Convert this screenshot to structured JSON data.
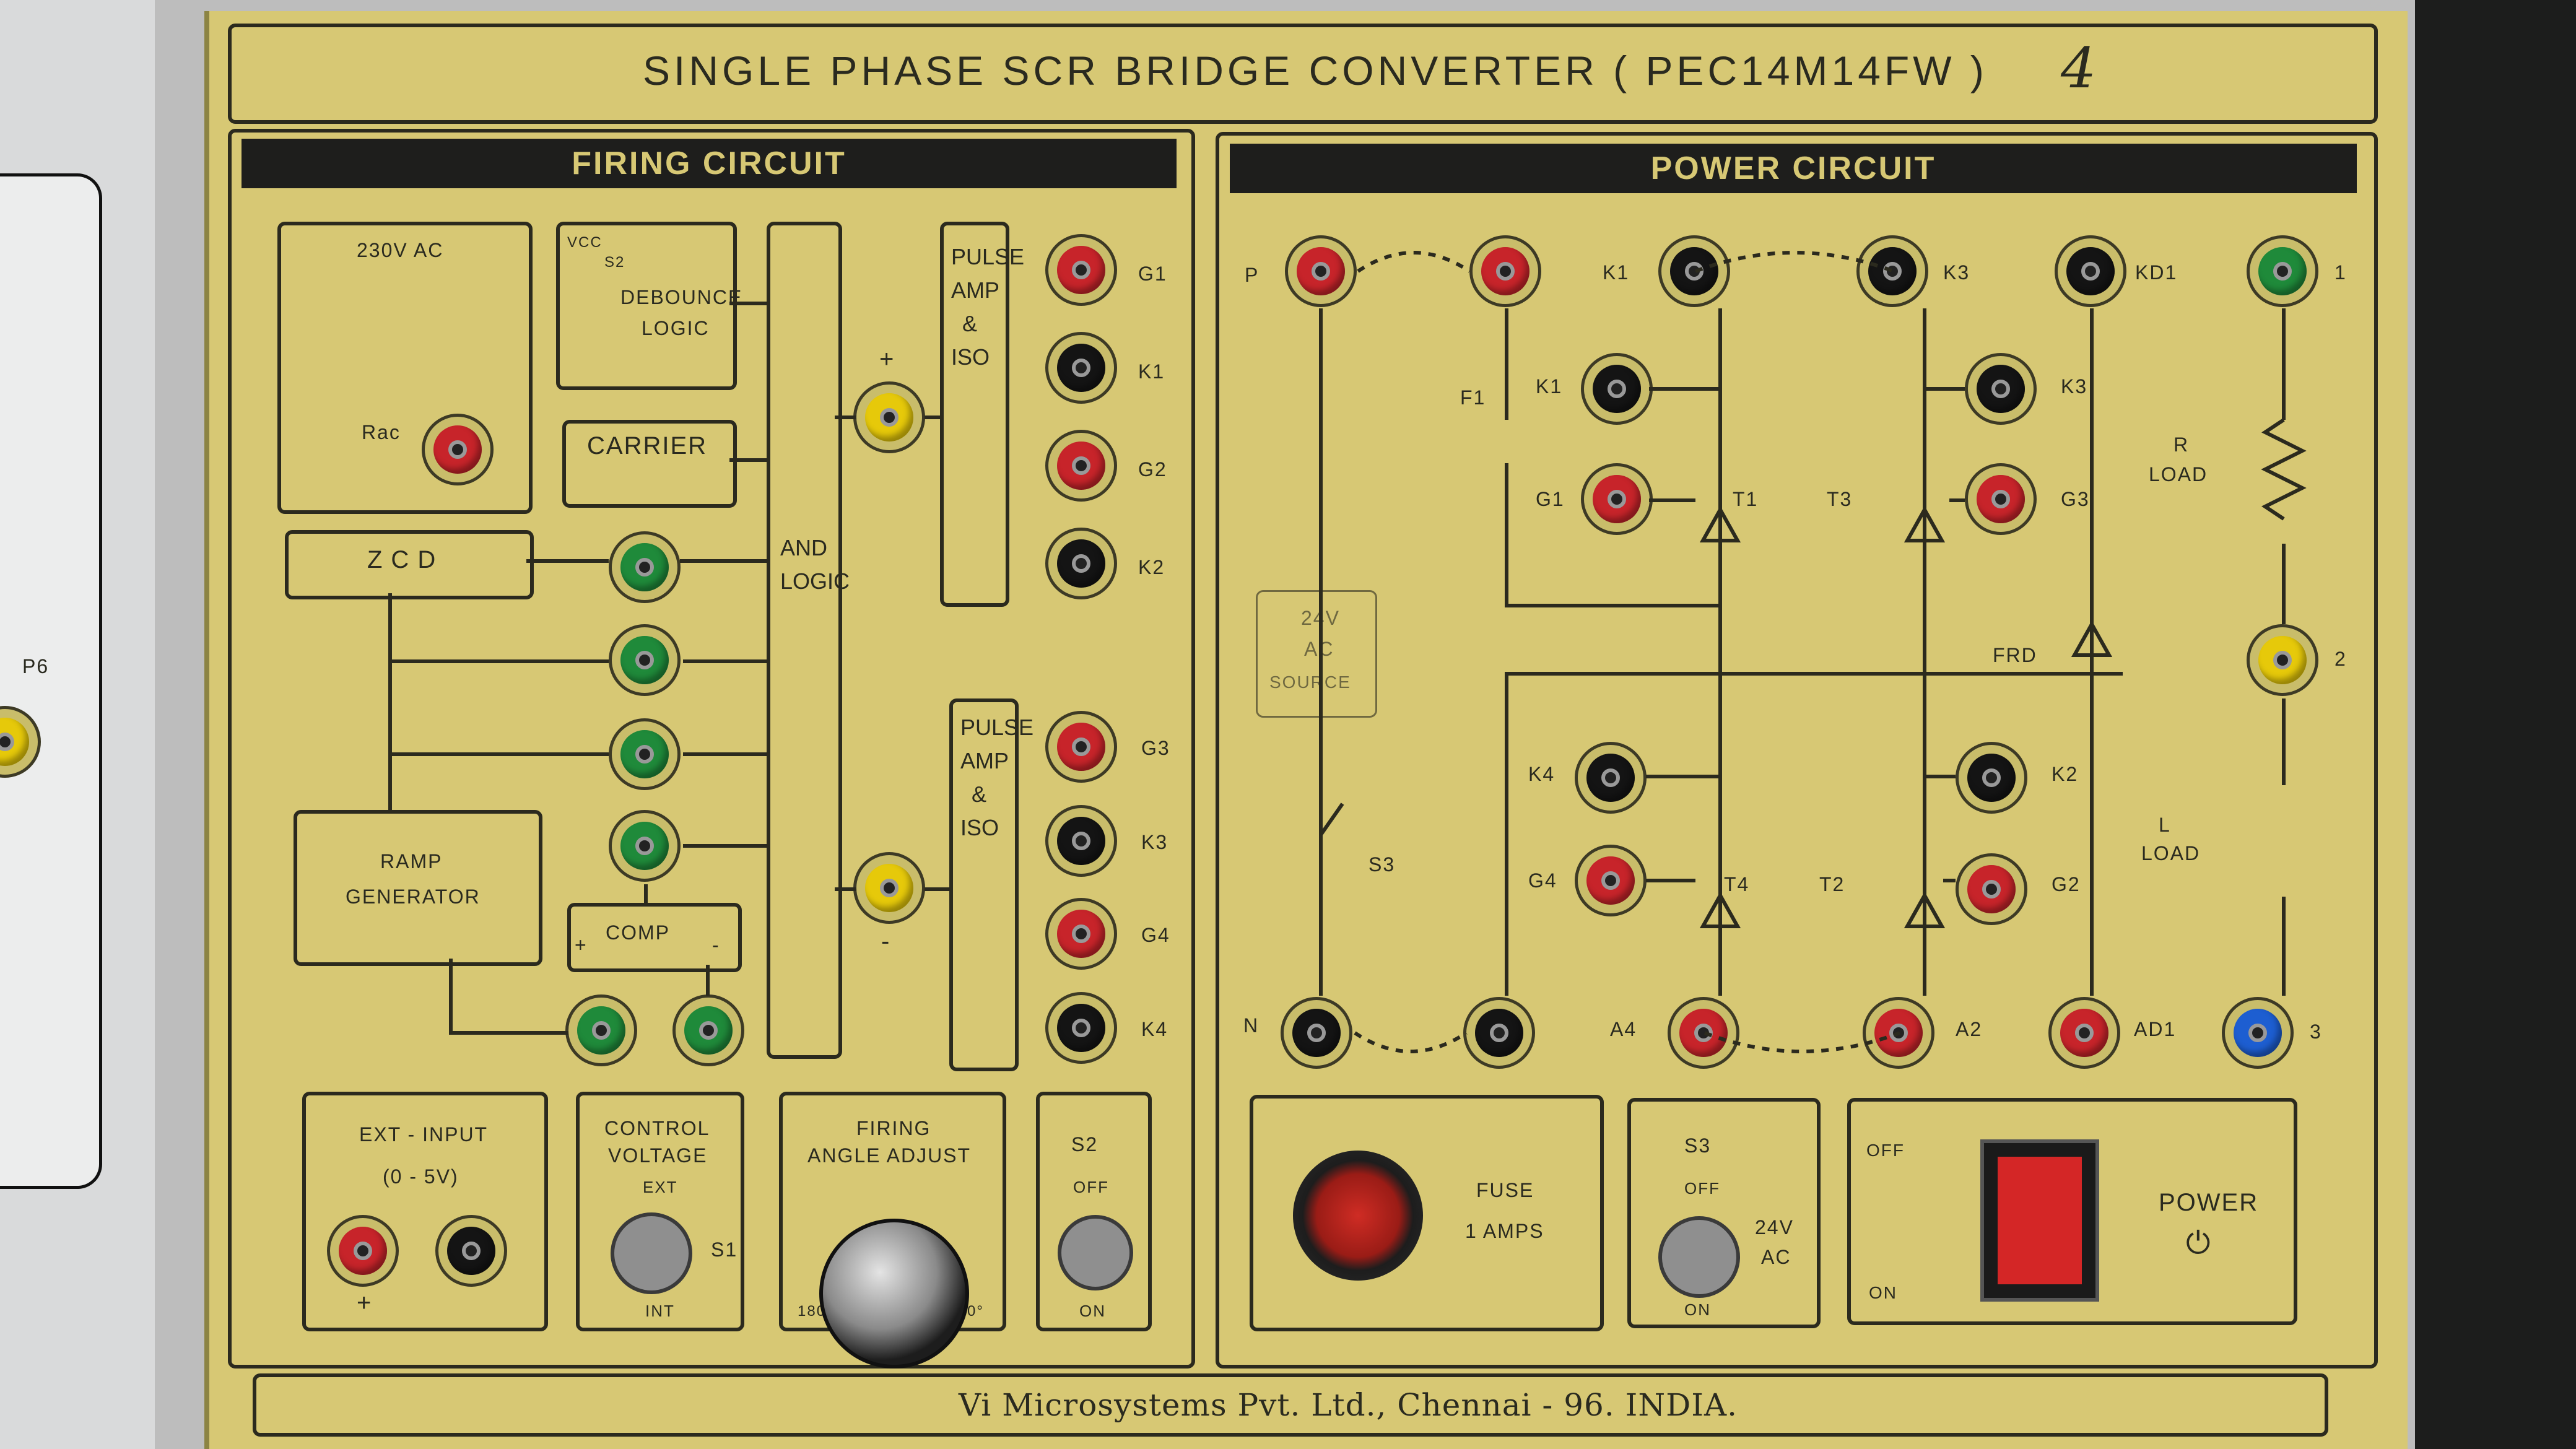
{
  "title": "SINGLE PHASE SCR BRIDGE CONVERTER ( PEC14M14FW )",
  "handwritten_mark": "4",
  "firing": {
    "header": "FIRING CIRCUIT",
    "transformer_label": "230V AC",
    "rac": "Rac",
    "vcc": "VCC",
    "s2_small": "S2",
    "debounce_1": "DEBOUNCE",
    "debounce_2": "LOGIC",
    "carrier": "CARRIER",
    "zcd": "ZCD",
    "ramp_1": "RAMP",
    "ramp_2": "GENERATOR",
    "comp": "COMP",
    "plus": "+",
    "minus": "-",
    "and_logic": "AND LOGIC",
    "pulse_amp": "PULSE AMP & ISO",
    "jacks_top": [
      "G1",
      "K1",
      "G2",
      "K2"
    ],
    "jacks_bottom": [
      "G3",
      "K3",
      "G4",
      "K4"
    ],
    "ext_input_1": "EXT - INPUT",
    "ext_input_2": "(0 - 5V)",
    "control_1": "CONTROL",
    "control_2": "VOLTAGE",
    "control_ext": "EXT",
    "control_int": "INT",
    "s1": "S1",
    "firing_angle_1": "FIRING",
    "firing_angle_2": "ANGLE ADJUST",
    "angle_min": "180°",
    "angle_max": "0°",
    "s2": "S2",
    "s2_off": "OFF",
    "s2_on": "ON"
  },
  "power": {
    "header": "POWER CIRCUIT",
    "P": "P",
    "N": "N",
    "F1": "F1",
    "S3": "S3",
    "ac_source_1": "24V",
    "ac_source_2": "AC",
    "ac_source_3": "SOURCE",
    "K1": "K1",
    "K3": "K3",
    "KD1": "KD1",
    "K1b": "K1",
    "K3b": "K3",
    "G1": "G1",
    "G3": "G3",
    "T1": "T1",
    "T3": "T3",
    "K4": "K4",
    "K2": "K2",
    "G4": "G4",
    "G2": "G2",
    "T4": "T4",
    "T2": "T2",
    "FRD": "FRD",
    "A4": "A4",
    "A2": "A2",
    "AD1": "AD1",
    "r_load_1": "R",
    "r_load_2": "LOAD",
    "l_load_1": "L",
    "l_load_2": "LOAD",
    "n1": "1",
    "n2": "2",
    "n3": "3",
    "fuse_1": "FUSE",
    "fuse_2": "1 AMPS",
    "s3_label": "S3",
    "s3_off": "OFF",
    "s3_on": "ON",
    "s3_ac_1": "24V",
    "s3_ac_2": "AC",
    "power_label": "POWER",
    "power_symbol": "⏻",
    "sw_off": "OFF",
    "sw_on": "ON"
  },
  "footer": "Vi Microsystems Pvt. Ltd., Chennai - 96. INDIA.",
  "side": {
    "p6": "P6"
  }
}
